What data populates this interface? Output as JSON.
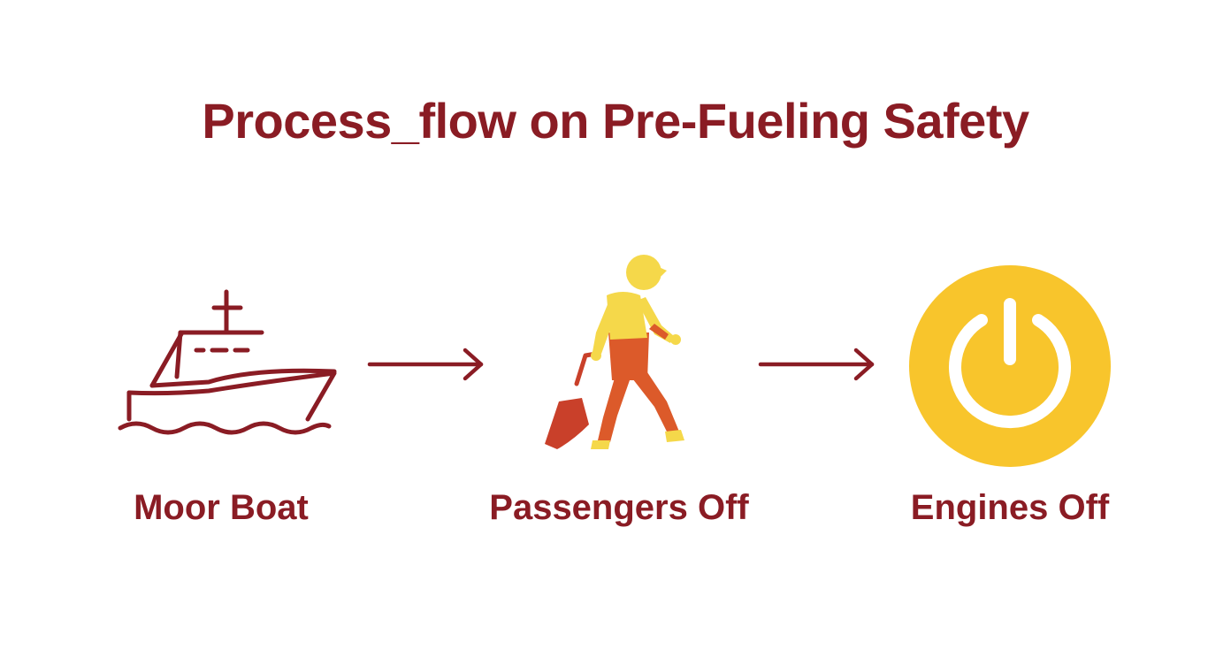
{
  "title": "Process_flow on Pre-Fueling Safety",
  "colors": {
    "primary": "#8a1c24",
    "accent_yellow": "#f8c52c",
    "person_yellow": "#f5d84a",
    "person_orange": "#dc5a2a",
    "luggage_red": "#c9402a"
  },
  "steps": [
    {
      "label": "Moor Boat",
      "icon": "boat-icon"
    },
    {
      "label": "Passengers Off",
      "icon": "walking-person-with-luggage-icon"
    },
    {
      "label": "Engines Off",
      "icon": "power-button-icon"
    }
  ]
}
